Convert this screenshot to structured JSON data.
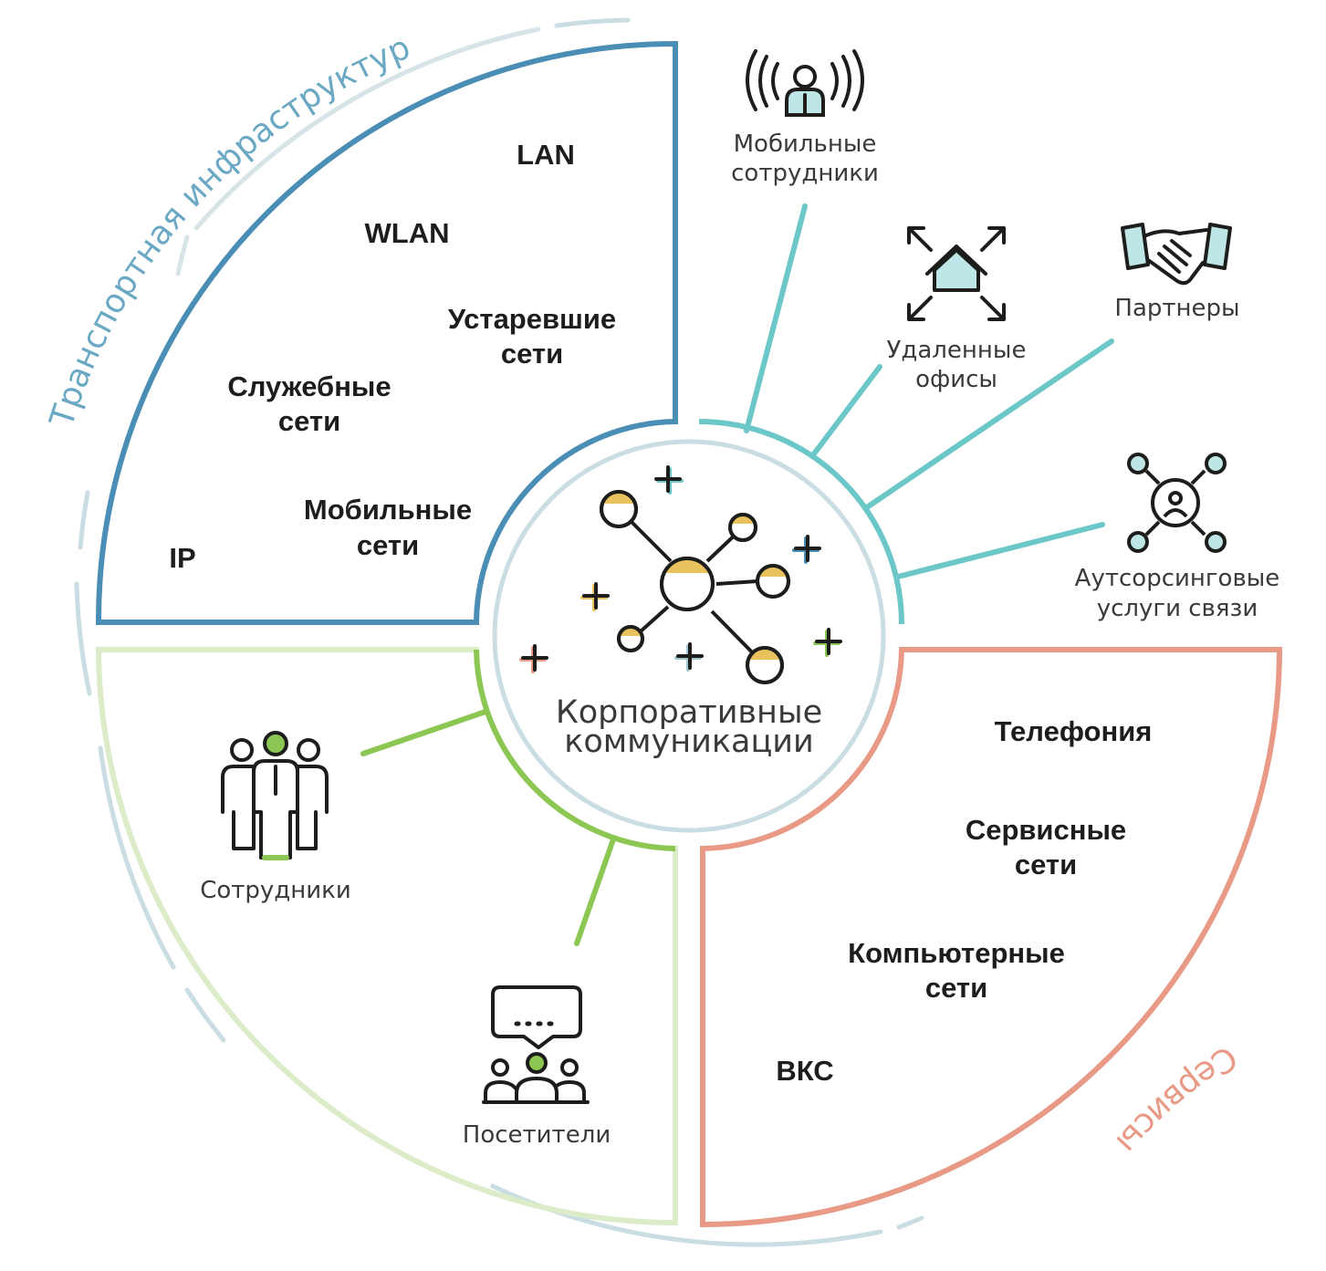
{
  "center": {
    "line1": "Корпоративные",
    "line2": "коммуникации"
  },
  "quadrants": {
    "transport": {
      "arc_title": "Транспортная инфраструктура",
      "color": "#4a8db5",
      "arc_color": "#9fc4cf",
      "items": {
        "lan": "LAN",
        "wlan": "WLAN",
        "legacy_1": "Устаревшие",
        "legacy_2": "сети",
        "service_1": "Служебные",
        "service_2": "сети",
        "mobile_1": "Мобильные",
        "mobile_2": "сети",
        "ip": "IP"
      }
    },
    "external": {
      "color": "#6cc7c8",
      "items": {
        "mobile_staff_1": "Мобильные",
        "mobile_staff_2": "сотрудники",
        "remote_1": "Удаленные",
        "remote_2": "офисы",
        "partners": "Партнеры",
        "outsourcing_1": "Аутсорсинговые",
        "outsourcing_2": "услуги связи"
      }
    },
    "users": {
      "color": "#8cc653",
      "light_color": "#dcebc8",
      "items": {
        "employees": "Сотрудники",
        "visitors": "Посетители"
      }
    },
    "services": {
      "arc_title": "Сервисы",
      "color": "#e89a86",
      "items": {
        "telephony": "Телефония",
        "service_nets_1": "Сервисные",
        "service_nets_2": "сети",
        "computer_1": "Компьютерные",
        "computer_2": "сети",
        "vks": "ВКС"
      }
    }
  },
  "colors": {
    "accent_yellow": "#e8c25c",
    "icon_stroke": "#1d1d1b",
    "outer_ring": "#c9dde2"
  }
}
